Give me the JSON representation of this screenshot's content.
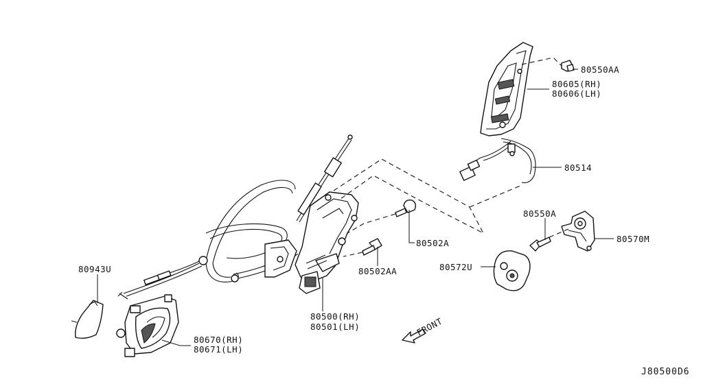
{
  "diagram_id": "J80500D6",
  "front_label": "FRONT",
  "callouts": [
    {
      "key": "c80550AA",
      "text": "80550AA"
    },
    {
      "key": "c80605",
      "text": "80605(RH)"
    },
    {
      "key": "c80606",
      "text": "80606(LH)"
    },
    {
      "key": "c80514",
      "text": "80514"
    },
    {
      "key": "c80550A",
      "text": "80550A"
    },
    {
      "key": "c80570M",
      "text": "80570M"
    },
    {
      "key": "c80502A",
      "text": "80502A"
    },
    {
      "key": "c80502AA",
      "text": "80502AA"
    },
    {
      "key": "c80572U",
      "text": "80572U"
    },
    {
      "key": "c80943U",
      "text": "80943U"
    },
    {
      "key": "c80500",
      "text": "80500(RH)"
    },
    {
      "key": "c80501",
      "text": "80501(LH)"
    },
    {
      "key": "c80670",
      "text": "80670(RH)"
    },
    {
      "key": "c80671",
      "text": "80671(LH)"
    }
  ]
}
